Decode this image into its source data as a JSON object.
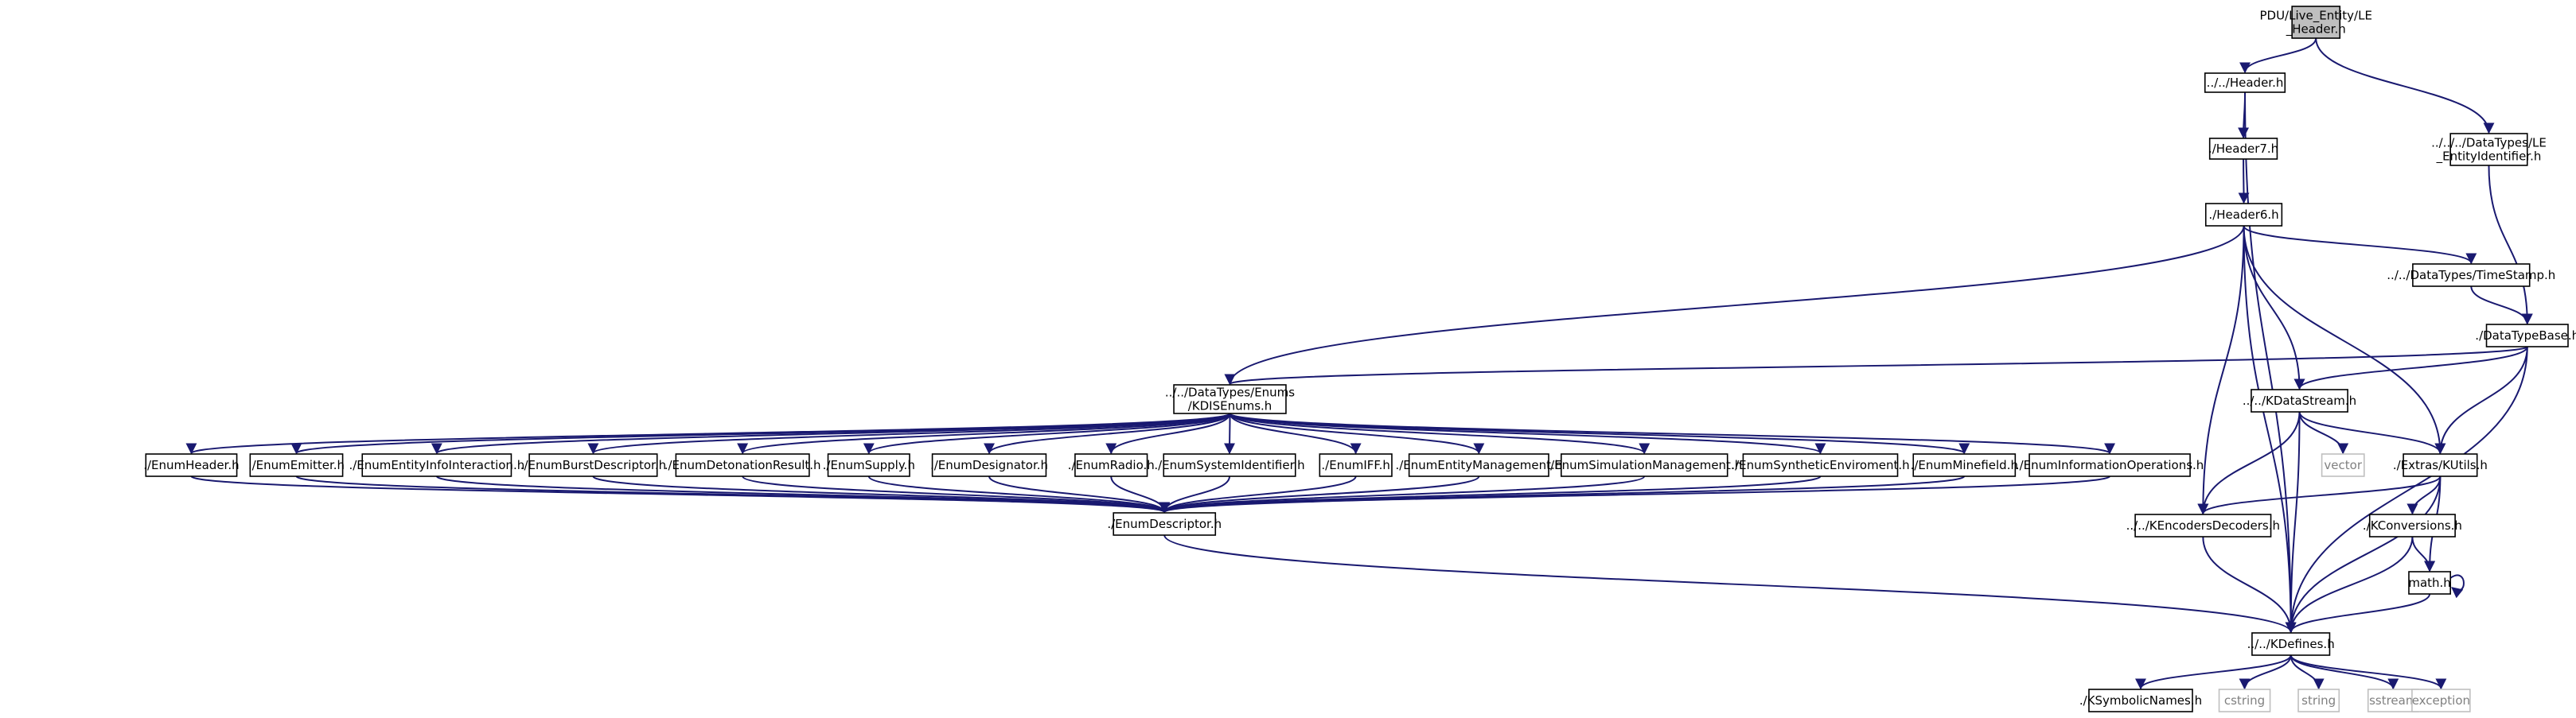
{
  "diagram": {
    "title": "",
    "nodes": [
      {
        "id": "le_header",
        "lines": [
          "PDU/Live_Entity/LE",
          "_Header.h"
        ],
        "kind": "root"
      },
      {
        "id": "header",
        "lines": [
          "../../Header.h"
        ]
      },
      {
        "id": "dt_le_entityid",
        "lines": [
          "../../../DataTypes/LE",
          "_EntityIdentifier.h"
        ]
      },
      {
        "id": "header7",
        "lines": [
          "./Header7.h"
        ]
      },
      {
        "id": "header6",
        "lines": [
          "./Header6.h"
        ]
      },
      {
        "id": "timestamp",
        "lines": [
          "../../DataTypes/TimeStamp.h"
        ]
      },
      {
        "id": "datatypebase",
        "lines": [
          "./DataTypeBase.h"
        ]
      },
      {
        "id": "kdisenums",
        "lines": [
          "../../DataTypes/Enums",
          "/KDISEnums.h"
        ]
      },
      {
        "id": "kdatastream",
        "lines": [
          "../../KDataStream.h"
        ]
      },
      {
        "id": "enumheader",
        "lines": [
          "./EnumHeader.h"
        ]
      },
      {
        "id": "enumemitter",
        "lines": [
          "./EnumEmitter.h"
        ]
      },
      {
        "id": "enumentityinfo",
        "lines": [
          "./EnumEntityInfoInteraction.h"
        ]
      },
      {
        "id": "enumburst",
        "lines": [
          "./EnumBurstDescriptor.h"
        ]
      },
      {
        "id": "enumdetonation",
        "lines": [
          "./EnumDetonationResult.h"
        ]
      },
      {
        "id": "enumsupply",
        "lines": [
          "./EnumSupply.h"
        ]
      },
      {
        "id": "enumdesignator",
        "lines": [
          "./EnumDesignator.h"
        ]
      },
      {
        "id": "enumradio",
        "lines": [
          "./EnumRadio.h"
        ]
      },
      {
        "id": "enumsysid",
        "lines": [
          "./EnumSystemIdentifier.h"
        ]
      },
      {
        "id": "enumiff",
        "lines": [
          "./EnumIFF.h"
        ]
      },
      {
        "id": "enumentitymgmt",
        "lines": [
          "./EnumEntityManagement.h"
        ]
      },
      {
        "id": "enumsimmgmt",
        "lines": [
          "./EnumSimulationManagement.h"
        ]
      },
      {
        "id": "enumsynth",
        "lines": [
          "./EnumSyntheticEnviroment.h"
        ]
      },
      {
        "id": "enumminefield",
        "lines": [
          "./EnumMinefield.h"
        ]
      },
      {
        "id": "enuminfoops",
        "lines": [
          "./EnumInformationOperations.h"
        ]
      },
      {
        "id": "vector",
        "lines": [
          "vector"
        ],
        "kind": "ext"
      },
      {
        "id": "kutils",
        "lines": [
          "./Extras/KUtils.h"
        ]
      },
      {
        "id": "enumdescriptor",
        "lines": [
          "./EnumDescriptor.h"
        ]
      },
      {
        "id": "kencoders",
        "lines": [
          "../../KEncodersDecoders.h"
        ]
      },
      {
        "id": "kconversions",
        "lines": [
          "./KConversions.h"
        ]
      },
      {
        "id": "mathh",
        "lines": [
          "math.h"
        ]
      },
      {
        "id": "kdefines",
        "lines": [
          "../../KDefines.h"
        ]
      },
      {
        "id": "ksymbolic",
        "lines": [
          "./KSymbolicNames.h"
        ]
      },
      {
        "id": "cstring",
        "lines": [
          "cstring"
        ],
        "kind": "ext"
      },
      {
        "id": "string",
        "lines": [
          "string"
        ],
        "kind": "ext"
      },
      {
        "id": "sstream",
        "lines": [
          "sstream"
        ],
        "kind": "ext"
      },
      {
        "id": "exception",
        "lines": [
          "exception"
        ],
        "kind": "ext"
      }
    ],
    "edges": [
      [
        "le_header",
        "header"
      ],
      [
        "le_header",
        "dt_le_entityid"
      ],
      [
        "header",
        "header7"
      ],
      [
        "header",
        "kdefines"
      ],
      [
        "dt_le_entityid",
        "datatypebase"
      ],
      [
        "header7",
        "header6"
      ],
      [
        "header6",
        "kdisenums"
      ],
      [
        "header6",
        "timestamp"
      ],
      [
        "header6",
        "kdatastream"
      ],
      [
        "header6",
        "kutils"
      ],
      [
        "header6",
        "kencoders"
      ],
      [
        "header6",
        "kdefines"
      ],
      [
        "timestamp",
        "datatypebase"
      ],
      [
        "datatypebase",
        "kdisenums"
      ],
      [
        "datatypebase",
        "kdatastream"
      ],
      [
        "datatypebase",
        "kutils"
      ],
      [
        "datatypebase",
        "kdefines"
      ],
      [
        "kdisenums",
        "enumheader"
      ],
      [
        "kdisenums",
        "enumemitter"
      ],
      [
        "kdisenums",
        "enumentityinfo"
      ],
      [
        "kdisenums",
        "enumburst"
      ],
      [
        "kdisenums",
        "enumdetonation"
      ],
      [
        "kdisenums",
        "enumsupply"
      ],
      [
        "kdisenums",
        "enumdesignator"
      ],
      [
        "kdisenums",
        "enumradio"
      ],
      [
        "kdisenums",
        "enumsysid"
      ],
      [
        "kdisenums",
        "enumiff"
      ],
      [
        "kdisenums",
        "enumentitymgmt"
      ],
      [
        "kdisenums",
        "enumsimmgmt"
      ],
      [
        "kdisenums",
        "enumsynth"
      ],
      [
        "kdisenums",
        "enumminefield"
      ],
      [
        "kdisenums",
        "enuminfoops"
      ],
      [
        "enumheader",
        "enumdescriptor"
      ],
      [
        "enumemitter",
        "enumdescriptor"
      ],
      [
        "enumentityinfo",
        "enumdescriptor"
      ],
      [
        "enumburst",
        "enumdescriptor"
      ],
      [
        "enumdetonation",
        "enumdescriptor"
      ],
      [
        "enumsupply",
        "enumdescriptor"
      ],
      [
        "enumdesignator",
        "enumdescriptor"
      ],
      [
        "enumradio",
        "enumdescriptor"
      ],
      [
        "enumsysid",
        "enumdescriptor"
      ],
      [
        "enumiff",
        "enumdescriptor"
      ],
      [
        "enumentitymgmt",
        "enumdescriptor"
      ],
      [
        "enumsimmgmt",
        "enumdescriptor"
      ],
      [
        "enumsynth",
        "enumdescriptor"
      ],
      [
        "enumminefield",
        "enumdescriptor"
      ],
      [
        "enuminfoops",
        "enumdescriptor"
      ],
      [
        "enumdescriptor",
        "kdefines"
      ],
      [
        "kdatastream",
        "vector"
      ],
      [
        "kdatastream",
        "kutils"
      ],
      [
        "kdatastream",
        "kencoders"
      ],
      [
        "kdatastream",
        "kdefines"
      ],
      [
        "kutils",
        "kencoders"
      ],
      [
        "kutils",
        "kconversions"
      ],
      [
        "kutils",
        "mathh"
      ],
      [
        "kutils",
        "kdefines"
      ],
      [
        "kencoders",
        "kdefines"
      ],
      [
        "kconversions",
        "mathh"
      ],
      [
        "kconversions",
        "kdefines"
      ],
      [
        "mathh",
        "mathh"
      ],
      [
        "mathh",
        "kdefines"
      ],
      [
        "kdefines",
        "ksymbolic"
      ],
      [
        "kdefines",
        "cstring"
      ],
      [
        "kdefines",
        "string"
      ],
      [
        "kdefines",
        "sstream"
      ],
      [
        "kdefines",
        "exception"
      ]
    ]
  }
}
